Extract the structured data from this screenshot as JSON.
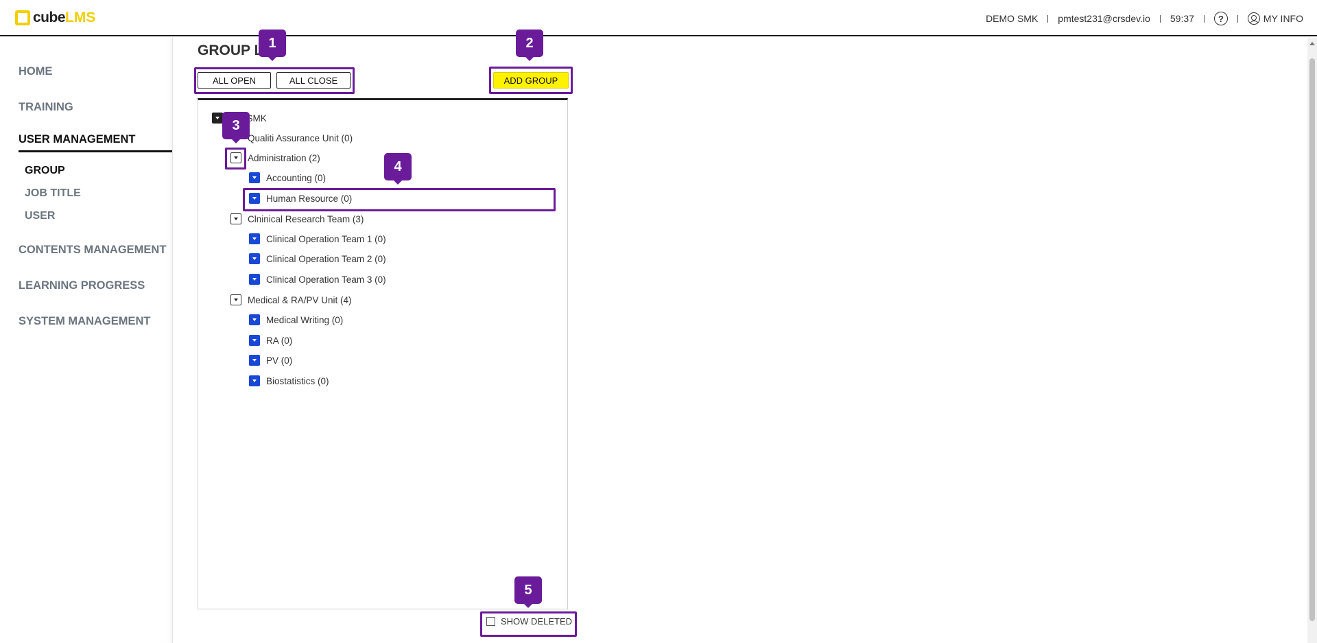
{
  "header": {
    "logo_cube": "cube",
    "logo_lms": "LMS",
    "company": "DEMO SMK",
    "email": "pmtest231@crsdev.io",
    "timer": "59:37",
    "help_glyph": "?",
    "my_info": "MY INFO"
  },
  "sidebar": {
    "home": "HOME",
    "training": "TRAINING",
    "user_management": "USER MANAGEMENT",
    "sub": {
      "group": "GROUP",
      "job_title": "JOB TITLE",
      "user": "USER"
    },
    "contents_management": "CONTENTS MANAGEMENT",
    "learning_progress": "LEARNING PROGRESS",
    "system_management": "SYSTEM MANAGEMENT"
  },
  "main": {
    "title": "GROUP L",
    "all_open": "ALL OPEN",
    "all_close": "ALL CLOSE",
    "add_group": "ADD GROUP",
    "show_deleted": "SHOW DELETED"
  },
  "tree": [
    {
      "label": "D SMK"
    },
    {
      "label": "Qualiti Assurance Unit (0)"
    },
    {
      "label": "Administration (2)"
    },
    {
      "label": "Accounting (0)"
    },
    {
      "label": "Human Resource (0)"
    },
    {
      "label": "Clninical Research Team (3)"
    },
    {
      "label": "Clinical Operation Team 1 (0)"
    },
    {
      "label": "Clinical Operation Team 2 (0)"
    },
    {
      "label": "Clinical Operation Team 3 (0)"
    },
    {
      "label": "Medical & RA/PV Unit (4)"
    },
    {
      "label": "Medical Writing (0)"
    },
    {
      "label": "RA (0)"
    },
    {
      "label": "PV (0)"
    },
    {
      "label": "Biostatistics (0)"
    }
  ],
  "annotations": [
    "1",
    "2",
    "3",
    "4",
    "5"
  ],
  "colors": {
    "accent_purple": "#6a1b9a",
    "add_group_yellow": "#fff200",
    "leaf_toggle_blue": "#1947d6",
    "logo_yellow": "#f2cf00"
  },
  "icons": {
    "help": "question-circle-icon",
    "user": "user-circle-icon",
    "toggle": "caret-down-icon"
  }
}
